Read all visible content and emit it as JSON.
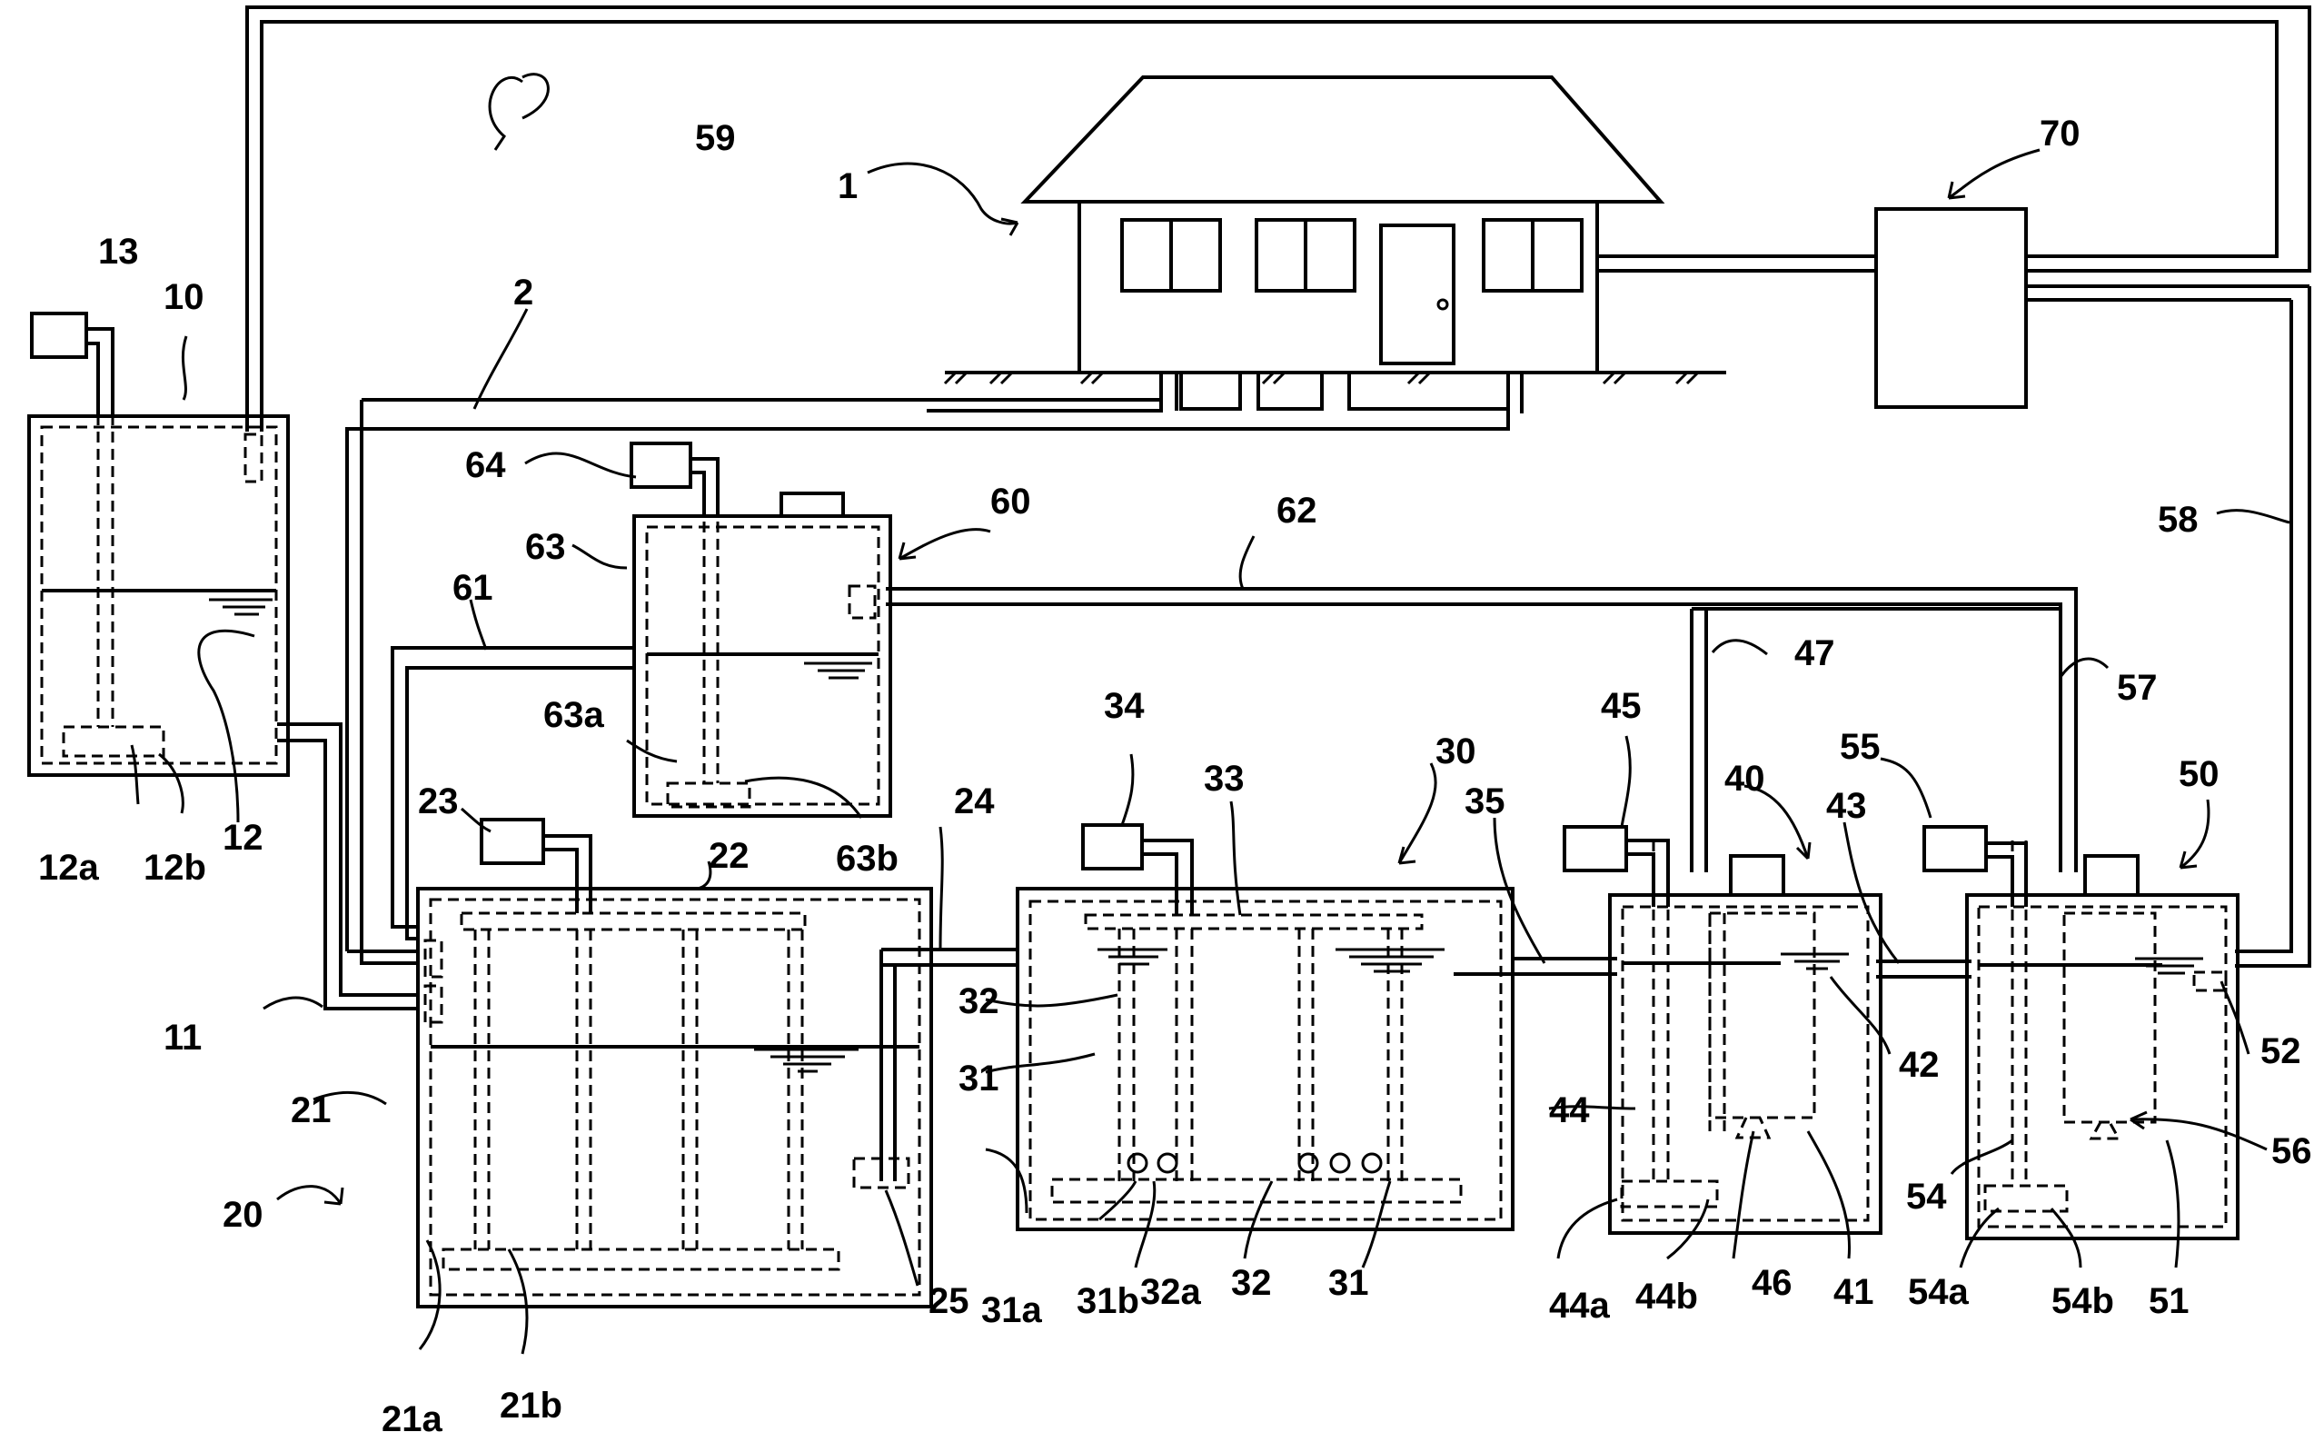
{
  "labels": {
    "l1": "1",
    "l2": "2",
    "l10": "10",
    "l11": "11",
    "l12": "12",
    "l12a": "12a",
    "l12b": "12b",
    "l13": "13",
    "l20": "20",
    "l21": "21",
    "l21a": "21a",
    "l21b": "21b",
    "l22": "22",
    "l23": "23",
    "l24": "24",
    "l25": "25",
    "l30": "30",
    "l31": "31",
    "l31_2": "31",
    "l31a": "31a",
    "l31b": "31b",
    "l32": "32",
    "l32_2": "32",
    "l32a": "32a",
    "l33": "33",
    "l34": "34",
    "l35": "35",
    "l40": "40",
    "l41": "41",
    "l42": "42",
    "l43": "43",
    "l44": "44",
    "l44a": "44a",
    "l44b": "44b",
    "l45": "45",
    "l46": "46",
    "l47": "47",
    "l50": "50",
    "l51": "51",
    "l52": "52",
    "l54": "54",
    "l54a": "54a",
    "l54b": "54b",
    "l55": "55",
    "l56": "56",
    "l57": "57",
    "l58": "58",
    "l59": "59",
    "l60": "60",
    "l61": "61",
    "l62": "62",
    "l63": "63",
    "l63a": "63a",
    "l63b": "63b",
    "l64": "64",
    "l70": "70"
  }
}
